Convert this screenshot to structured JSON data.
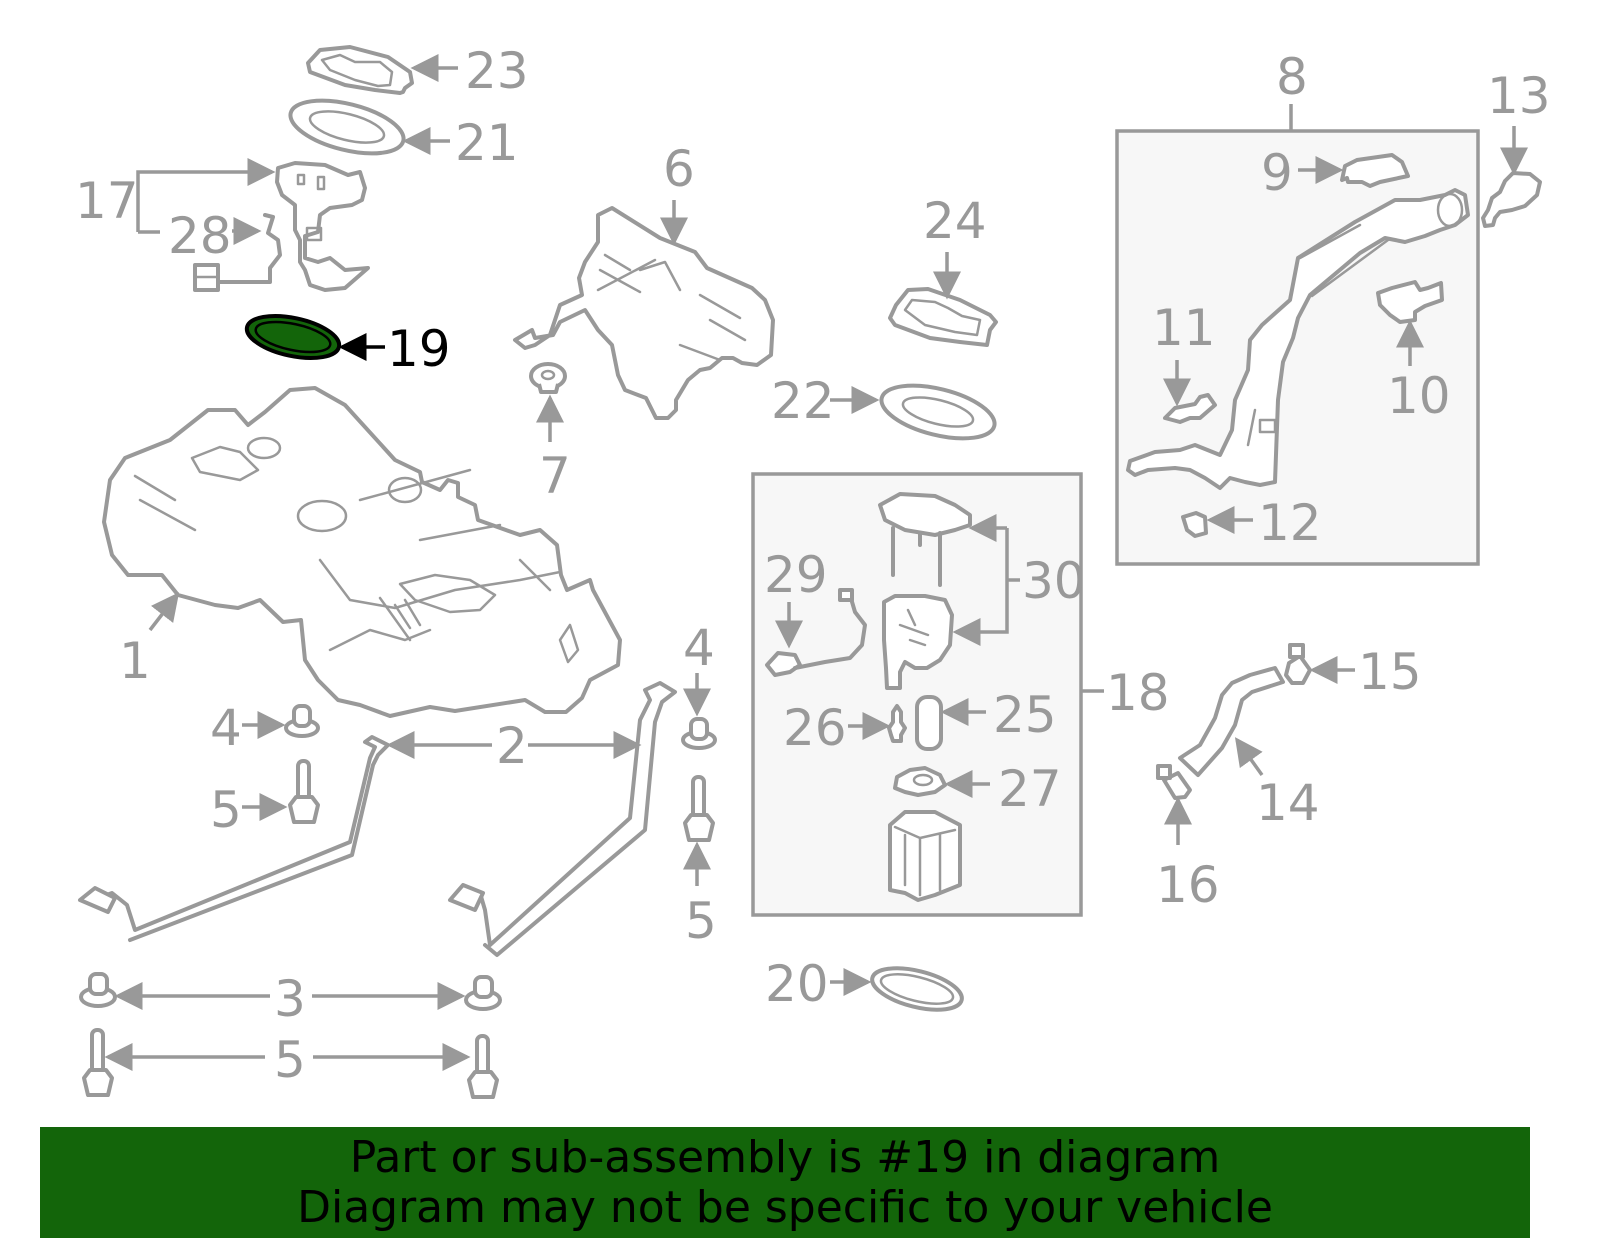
{
  "diagram": {
    "title": "Fuel tank & related components exploded diagram",
    "highlighted_part": "19",
    "colors": {
      "line": "#999999",
      "highlight_fill": "#13650a",
      "highlight_stroke": "#000000",
      "box_fill": "#f7f7f7",
      "banner_bg": "#13650a",
      "banner_text": "#000000"
    },
    "labels": {
      "p1": "1",
      "p2": "2",
      "p3": "3",
      "p4a": "4",
      "p4b": "4",
      "p5a": "5",
      "p5b": "5",
      "p5c": "5",
      "p6": "6",
      "p7": "7",
      "p8": "8",
      "p9": "9",
      "p10": "10",
      "p11": "11",
      "p12": "12",
      "p13": "13",
      "p14": "14",
      "p15": "15",
      "p16": "16",
      "p17": "17",
      "p18": "18",
      "p19": "19",
      "p20": "20",
      "p21": "21",
      "p22": "22",
      "p23": "23",
      "p24": "24",
      "p25": "25",
      "p26": "26",
      "p27": "27",
      "p28": "28",
      "p29": "29",
      "p30": "30"
    }
  },
  "banner": {
    "line1": "Part or sub-assembly is #19 in diagram",
    "line2": "Diagram may not be specific to your vehicle"
  }
}
